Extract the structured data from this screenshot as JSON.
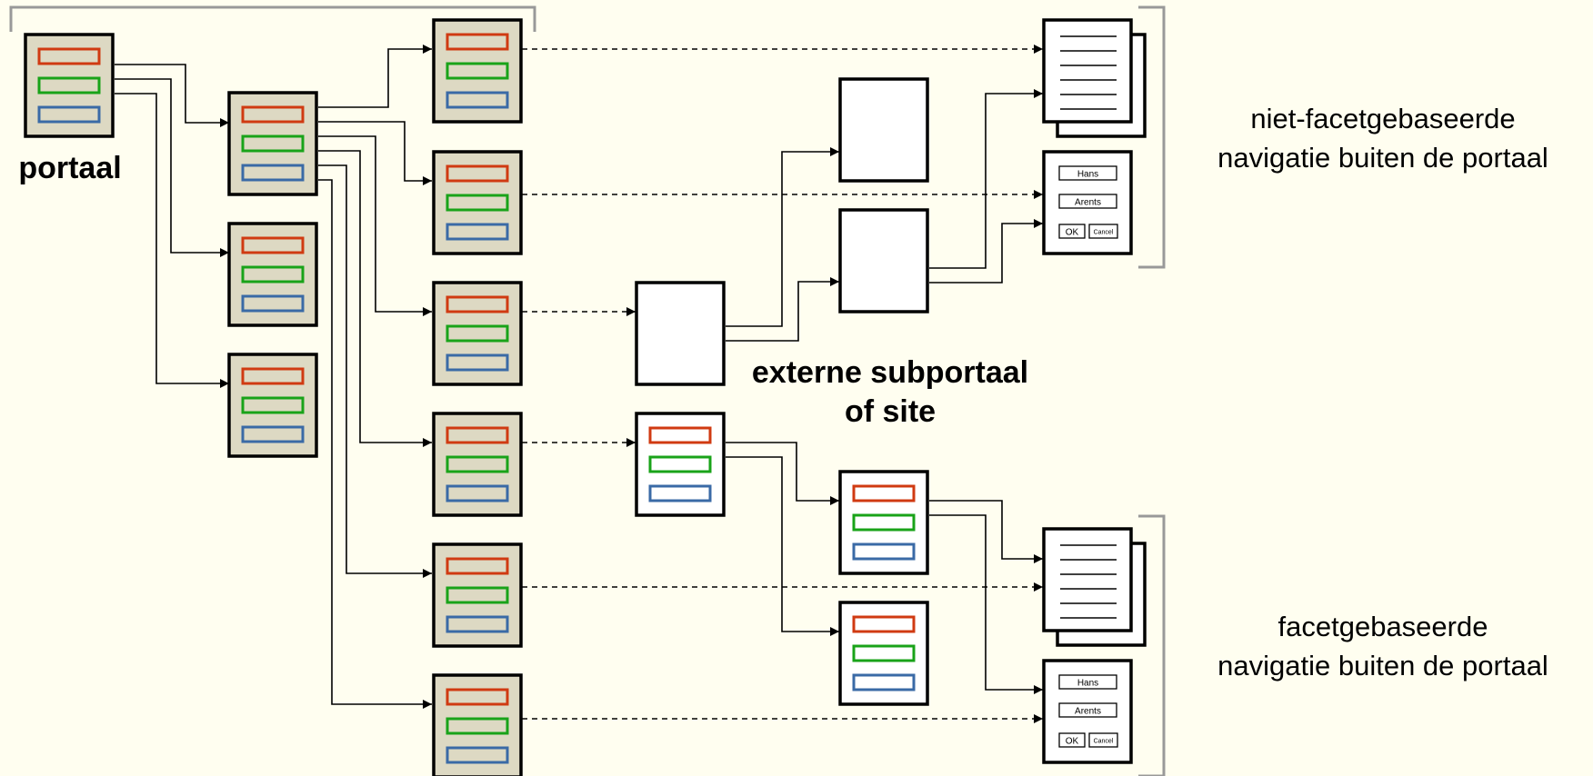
{
  "labels": {
    "portaal": "portaal",
    "external_line1": "externe subportaal",
    "external_line2": "of site",
    "nonfacet_line1": "niet-facetgebaseerde",
    "nonfacet_line2": "navigatie buiten de portaal",
    "facet_line1": "facetgebaseerde",
    "facet_line2": "navigatie buiten de portaal"
  },
  "form": {
    "field1": "Hans",
    "field2": "Arents",
    "ok": "OK",
    "cancel": "Cancel"
  },
  "colors": {
    "background": "#fffef0",
    "portal_page_fill": "#ddd9c3",
    "red_bar": "#d03a12",
    "green_bar": "#19a319",
    "blue_bar": "#3a6aa6",
    "bracket": "#999999"
  }
}
